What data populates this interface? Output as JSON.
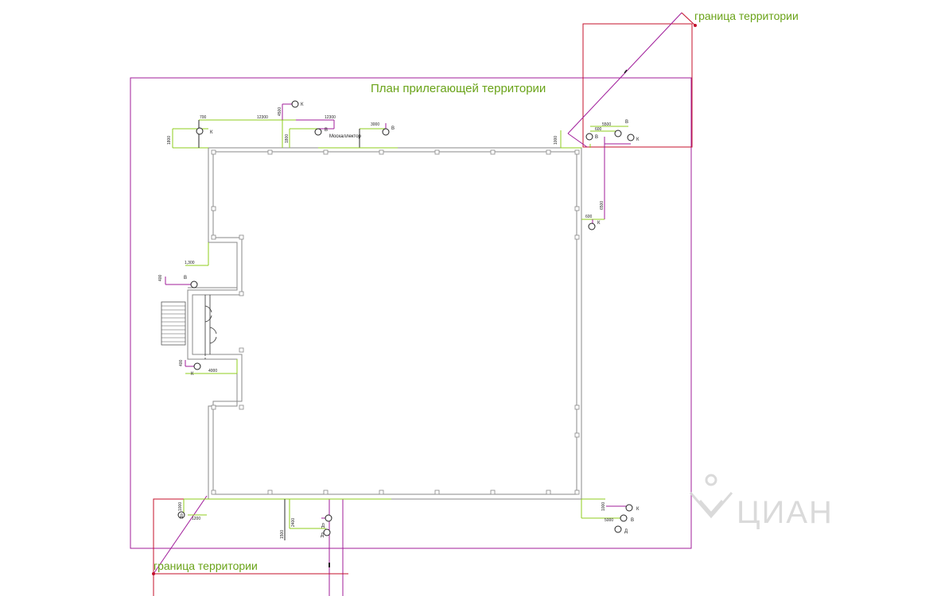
{
  "plan": {
    "title": "План прилегающей территории",
    "boundary_top_label": "граница территории",
    "boundary_bottom_label": "граница территории",
    "tenant_label": "Москаллектор",
    "watermark": "ЦИАН",
    "dimensions": {
      "d700": "700",
      "d1800a": "1800",
      "d12300a": "12300",
      "d4500": "4500",
      "d1800b": "1800",
      "d12300b": "12300",
      "d3000": "3000",
      "d1000a": "1000",
      "d5500": "5500",
      "d600a": "600",
      "d6500": "6500",
      "d600b": "600",
      "d1300": "1,300",
      "d400a": "400",
      "d400b": "400",
      "d4000": "4000",
      "d1000b": "1000",
      "d1200": "1200",
      "d1500": "1500",
      "d2400": "2400",
      "d1000c": "1000",
      "d5000": "5000"
    },
    "nets": {
      "n_top_k": "К",
      "n_left_k": "К",
      "n_top_v1": "В",
      "n_top_v2": "В",
      "n_tr_v1": "В",
      "n_tr_v2": "В",
      "n_tr_k": "К",
      "n_right_k": "К",
      "n_left_v": "В",
      "n_left_k2": "К",
      "n_bot_d1": "Д",
      "n_bot_d2": "Д",
      "n_bot_d3": "Д",
      "n_br_k": "К",
      "n_br_v": "В",
      "n_br_d": "Д"
    }
  }
}
